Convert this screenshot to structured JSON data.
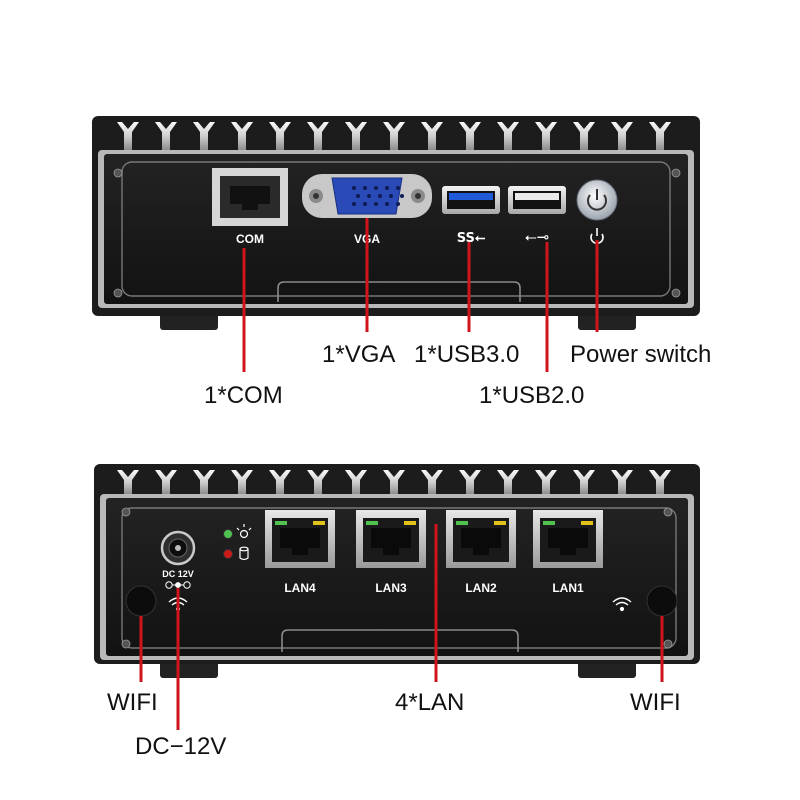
{
  "top_device": {
    "port_labels": {
      "com": "COM",
      "vga": "VGA"
    },
    "callouts": {
      "vga": "1*VGA",
      "usb3": "1*USB3.0",
      "power": "Power switch",
      "com": "1*COM",
      "usb2": "1*USB2.0"
    },
    "icons": [
      "usb-superspeed-icon",
      "usb-icon",
      "power-icon"
    ]
  },
  "bottom_device": {
    "port_labels": {
      "lan4": "LAN4",
      "lan3": "LAN3",
      "lan2": "LAN2",
      "lan1": "LAN1",
      "dc_voltage": "DC 12V"
    },
    "callouts": {
      "wifi_left": "WIFI",
      "lan": "4*LAN",
      "wifi_right": "WIFI",
      "dc": "DC−12V"
    },
    "icons": [
      "power-led-icon",
      "hdd-led-icon",
      "wifi-icon",
      "polarity-icon"
    ]
  },
  "colors": {
    "callout_line": "#d0141c",
    "chassis": "#1c1c1c",
    "bezel": "#b9b9b9",
    "vga_port": "#2a4ab8",
    "usb3_port": "#1f5ad9",
    "lan_led_green": "#4fc24f",
    "lan_led_yellow": "#e0c21a",
    "panel_led_red": "#cc1a1a"
  }
}
